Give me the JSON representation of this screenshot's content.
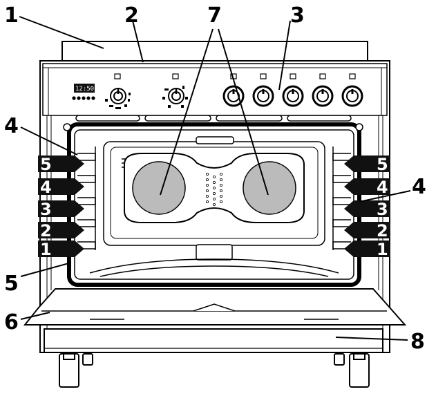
{
  "callouts": {
    "c1": "1",
    "c2": "2",
    "c3": "3",
    "c4_left": "4",
    "c4_right": "4",
    "c5": "5",
    "c6": "6",
    "c7": "7",
    "c8": "8"
  },
  "shelf_levels": {
    "left": [
      "5",
      "4",
      "3",
      "2",
      "1"
    ],
    "right": [
      "5",
      "4",
      "3",
      "2",
      "1"
    ]
  },
  "control_panel": {
    "clock_display": "12:50"
  },
  "colors": {
    "line": "#000000",
    "panel_fill": "#ffffff",
    "level_tag": "#111111"
  }
}
